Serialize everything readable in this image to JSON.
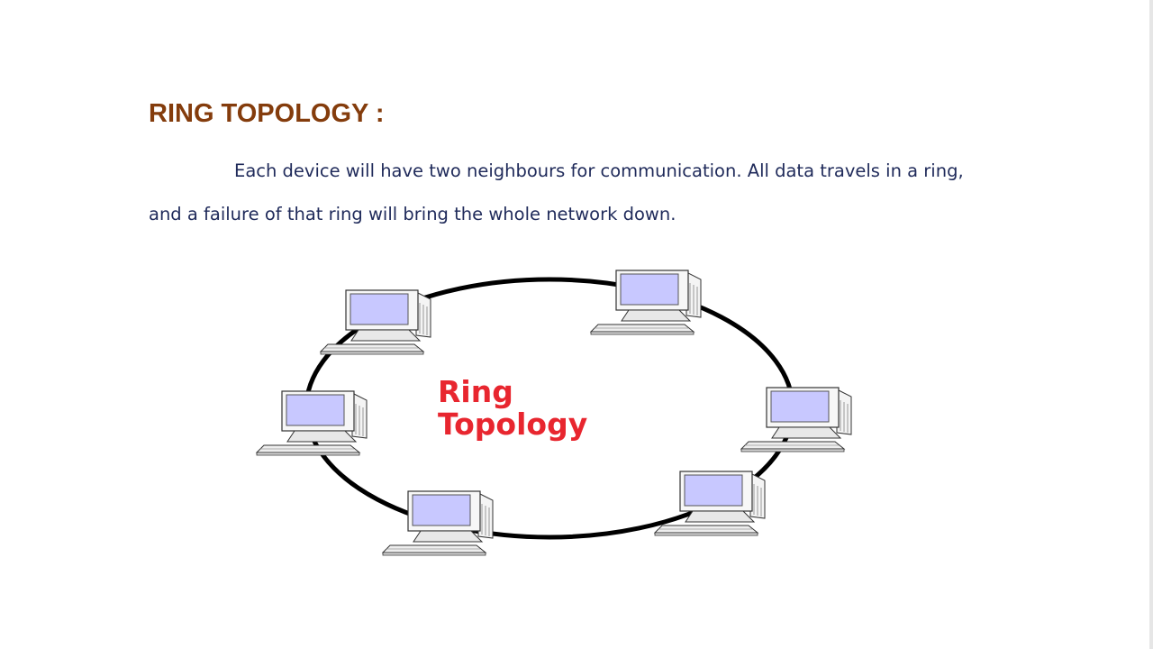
{
  "slide": {
    "heading": "RING TOPOLOGY :",
    "body": "Each device will have two neighbours for communication. All data travels in a ring, and a failure of that ring will bring the whole network down."
  },
  "diagram": {
    "label_line1": "Ring",
    "label_line2": "Topology",
    "node_count": 6,
    "colors": {
      "heading": "#843c0c",
      "body_text": "#1f2a5a",
      "label": "#e8262f",
      "screen": "#c8c8ff",
      "ring": "#000000"
    }
  }
}
